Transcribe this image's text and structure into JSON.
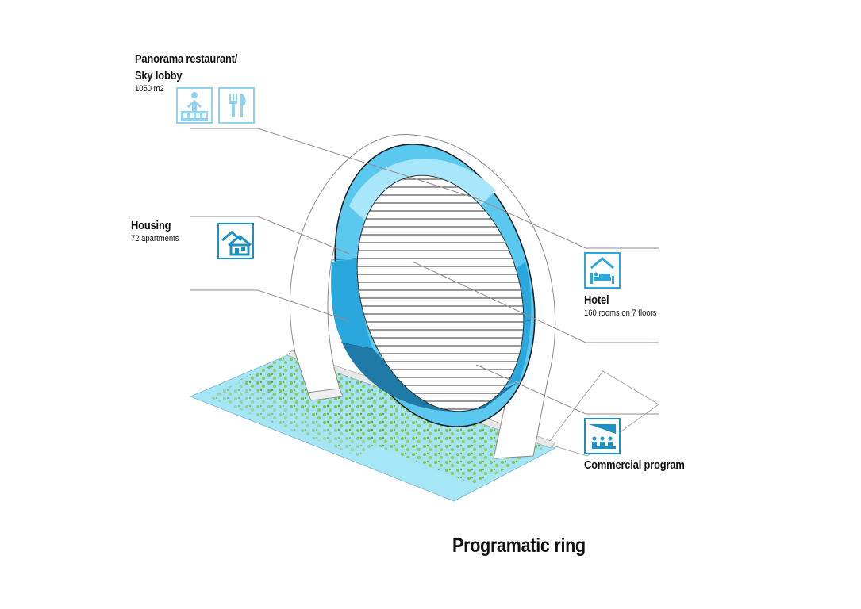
{
  "caption": "Programatic ring",
  "colors": {
    "ring_light": "#a8e6fb",
    "ring_mid": "#5bc8ef",
    "ring_deep": "#2aa8de",
    "ring_dark": "#1f7aa8",
    "icon_blue": "#1c8fc4",
    "icon_light": "#8fd3f0",
    "water": "#9ee4f7",
    "grass": "#7cbf4a"
  },
  "labels": {
    "panorama": {
      "title_line1": "Panorama restaurant/",
      "title_line2": "Sky lobby",
      "sub": "1050 m2",
      "icons": [
        "sky-lobby-person-icon",
        "fork-knife-icon"
      ]
    },
    "housing": {
      "title": "Housing",
      "sub": "72 apartments",
      "icon": "houses-icon"
    },
    "hotel": {
      "title": "Hotel",
      "sub": "160 rooms on 7 floors",
      "icon": "bed-icon"
    },
    "commercial": {
      "title": "Commercial program",
      "icon": "audience-icon"
    }
  }
}
